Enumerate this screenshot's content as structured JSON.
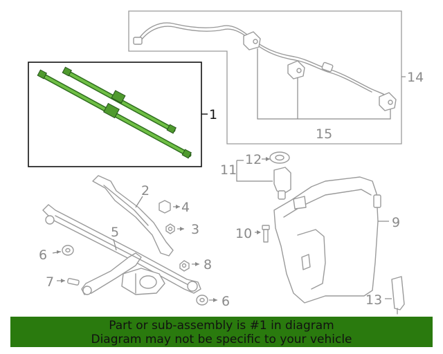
{
  "callouts": {
    "c1": "1",
    "c2": "2",
    "c3": "3",
    "c4": "4",
    "c5": "5",
    "c6a": "6",
    "c6b": "6",
    "c7": "7",
    "c8": "8",
    "c9": "9",
    "c10": "10",
    "c11": "11",
    "c12": "12",
    "c13": "13",
    "c14": "14",
    "c15": "15"
  },
  "banner": {
    "line1": "Part or sub-assembly is #1 in diagram",
    "line2": "Diagram may not be specific to your vehicle"
  },
  "colors": {
    "highlight_part": "#4f9a2e",
    "banner_bg": "#2a7a0e",
    "line_art": "#9a9a9a"
  }
}
